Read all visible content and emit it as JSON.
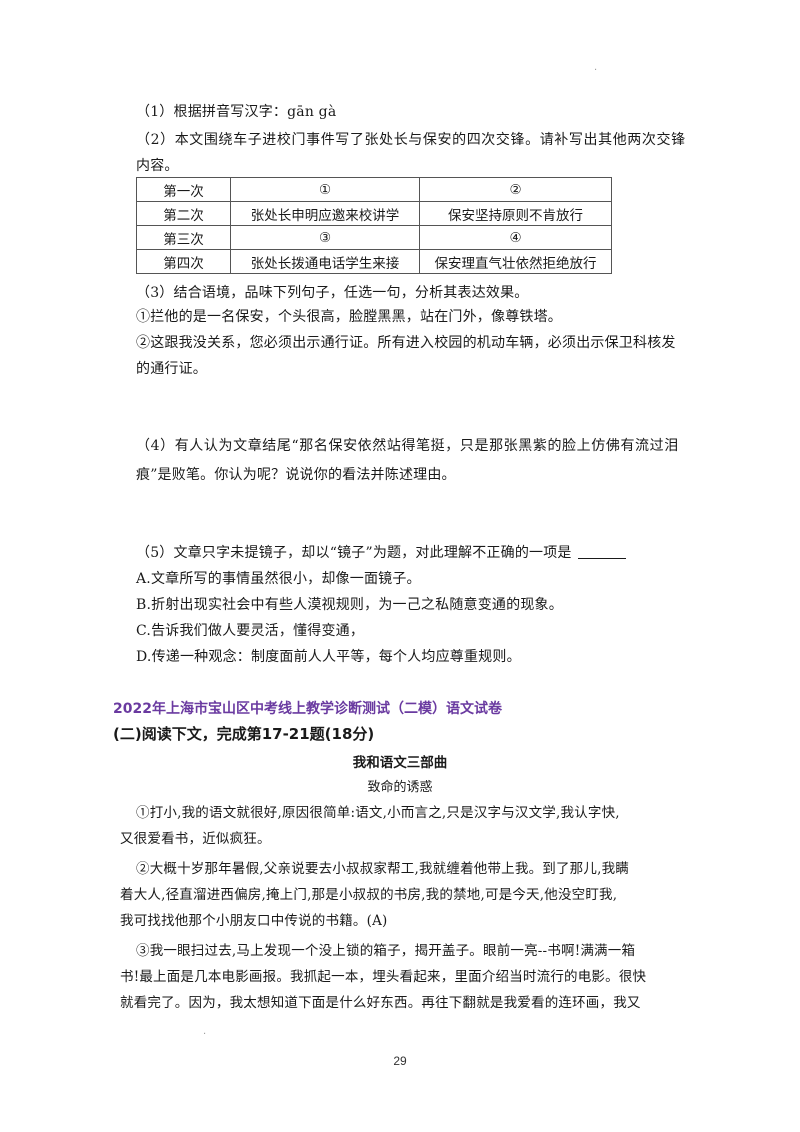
{
  "questions": {
    "q1": "（1）根据拼音写汉字：gān gà",
    "q2_line1": "（2）本文围绕车子进校门事件写了张处长与保安的四次交锋。请补写出其他两次交锋",
    "q2_line2": "内容。",
    "table": [
      [
        "第一次",
        "①",
        "②"
      ],
      [
        "第二次",
        "张处长申明应邀来校讲学",
        "保安坚持原则不肯放行"
      ],
      [
        "第三次",
        "③",
        "④"
      ],
      [
        "第四次",
        "张处长拨通电话学生来接",
        "保安理直气壮依然拒绝放行"
      ]
    ],
    "q3": "（3）结合语境，品味下列句子，任选一句，分析其表达效果。",
    "q3_s1": "①拦他的是一名保安，个头很高，脸膛黑黑，站在门外，像尊铁塔。",
    "q3_s2_line1": "②这跟我没关系，您必须出示通行证。所有进入校园的机动车辆，必须出示保卫科核发",
    "q3_s2_line2": "的通行证。",
    "q4_line1": "（4）有人认为文章结尾“那名保安依然站得笔挺，只是那张黑紫的脸上仿佛有流过泪",
    "q4_line2": "痕”是败笔。你认为呢？说说你的看法并陈述理由。",
    "q5": "（5）文章只字未提镜子，却以“镜子”为题，对此理解不正确的一项是",
    "options": [
      "A.文章所写的事情虽然很小，却像一面镜子。",
      "B.折射出现实社会中有些人漠视规则，为一己之私随意变通的现象。",
      "C.告诉我们做人要灵活，懂得变通，",
      "D.传递一种观念：制度面前人人平等，每个人均应尊重规则。"
    ]
  },
  "exam_title": "2022年上海市宝山区中考线上教学诊断测试（二模）语文试卷",
  "section_title": "(二)阅读下文，完成第17-21题(18分)",
  "article": {
    "title": "我和语文三部曲",
    "subtitle": "致命的诱惑",
    "lines": [
      "①打小,我的语文就很好,原因很简单:语文,小而言之,只是汉字与汉文学,我认字快,",
      "又很爱看书，近似疯狂。",
      "②大概十岁那年暑假,父亲说要去小叔叔家帮工,我就缠着他带上我。到了那儿,我瞒",
      "着大人,径直溜进西偏房,掩上门,那是小叔叔的书房,我的禁地,可是今天,他没空盯我,",
      "我可找找他那个小朋友口中传说的书籍。(A)",
      "③我一眼扫过去,马上发现一个没上锁的箱子，揭开盖子。眼前一亮--书啊!满满一箱",
      "书!最上面是几本电影画报。我抓起一本，埋头看起来，里面介绍当时流行的电影。很快",
      "就看完了。因为，我太想知道下面是什么好东西。再往下翻就是我爱看的连环画，我又"
    ]
  },
  "page_number": "29"
}
